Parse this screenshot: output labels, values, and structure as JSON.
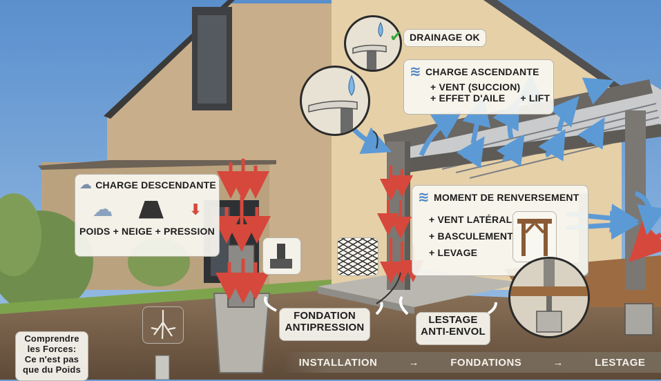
{
  "labels": {
    "drainage": "DRAINAGE OK",
    "uplift_title": "CHARGE ASCENDANTE",
    "uplift_item1": "+ VENT (SUCCION)",
    "uplift_item2": "+ EFFET D'AILE",
    "uplift_item3": "+ LIFT",
    "down_title": "CHARGE DESCENDANTE",
    "down_poids": "POIDS",
    "down_plus1": "+",
    "down_neige": "NEIGE",
    "down_plus2": "+",
    "down_pression": "PRESSION",
    "moment_title": "MOMENT DE RENVERSEMENT",
    "moment_item1": "+ VENT LATÉRAL",
    "moment_item2": "+ BASCULEMENT",
    "moment_item3": "+ LEVAGE",
    "fondation_line1": "FONDATION",
    "fondation_line2": "ANTIPRESSION",
    "lestage_line1": "LESTAGE",
    "lestage_line2": "ANTI-ENVOL",
    "comprendre_line1": "Comprendre",
    "comprendre_line2": "les Forces:",
    "comprendre_line3": "Ce n'est pas",
    "comprendre_line4": "que du Poids"
  },
  "process": {
    "step1": "INSTALLATION",
    "arrow1": "→",
    "step2": "FONDATIONS",
    "arrow2": "→",
    "step3": "LESTAGE"
  },
  "icons": [
    "water-drop-icon",
    "check-icon",
    "wind-icon",
    "snow-cloud-icon",
    "weight-icon",
    "pressure-icon",
    "rebar-mesh-icon",
    "post-base-icon",
    "root-icon",
    "pergola-frame-icon"
  ],
  "colors": {
    "sky": "#6d9ed3",
    "wall": "#d8c19a",
    "down_arrow": "#d6483c",
    "up_arrow": "#4f8fd0",
    "check": "#3aa639",
    "label_bg": "#f8f6f0"
  }
}
